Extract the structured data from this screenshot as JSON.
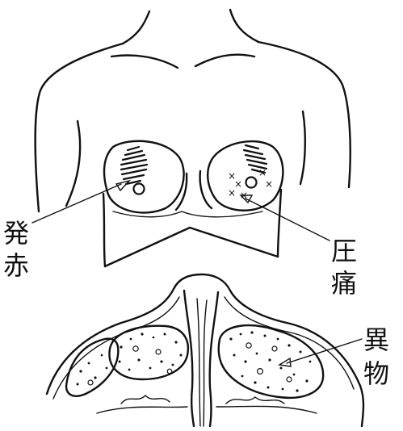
{
  "labels": {
    "redness_line1": "発",
    "redness_line2": "赤",
    "tenderness_line1": "圧",
    "tenderness_line2": "痛",
    "foreign_body_line1": "異",
    "foreign_body_line2": "物"
  }
}
